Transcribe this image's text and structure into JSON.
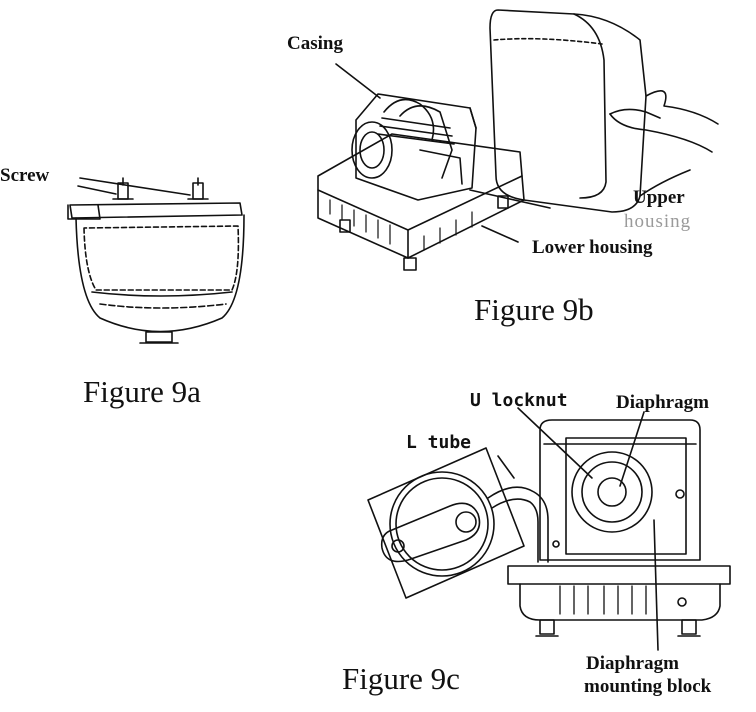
{
  "figures": {
    "fig9a": {
      "caption": "Figure 9a",
      "labels": {
        "screw": "Screw"
      }
    },
    "fig9b": {
      "caption": "Figure 9b",
      "labels": {
        "casing": "Casing",
        "upper": "Upper",
        "housing": "housing",
        "lower_housing": "Lower housing"
      }
    },
    "fig9c": {
      "caption": "Figure 9c",
      "labels": {
        "u_locknut": "U locknut",
        "diaphragm": "Diaphragm",
        "l_tube": "L tube",
        "mounting_block_1": "Diaphragm",
        "mounting_block_2": "mounting block"
      }
    }
  }
}
